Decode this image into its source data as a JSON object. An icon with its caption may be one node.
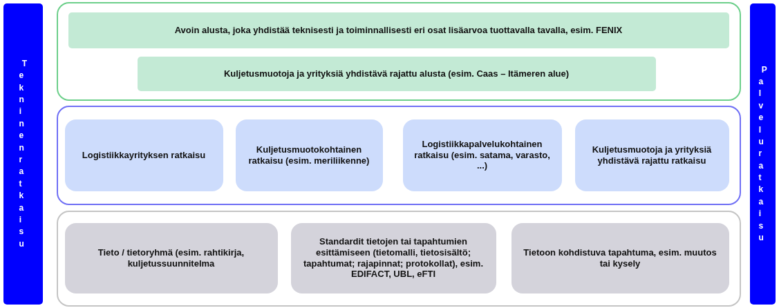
{
  "diagram": {
    "nodes": [
      {
        "text": [
          "Tekninen ratkaisu"
        ]
      },
      {
        "text": [],
        "shape": "box"
      },
      {
        "text": [
          "Avoin alusta, joka yhdistää teknisesti ja toiminnallisesti eri osat lisäarvoa tuottavalla tavalla, esim. FENIX"
        ],
        "in": 1
      },
      {
        "text": [
          "Kuljetusmuotoja ja yrityksiä yhdistävä rajattu alusta (esim. Caas – Itämeren alue)"
        ],
        "in": 1
      },
      {
        "text": [],
        "shape": "box"
      },
      {
        "text": [
          "Logistiikkayrityksen ratkaisu"
        ],
        "in": 4
      },
      {
        "text": [
          "Kuljetusmuotokohtainen ratkaisu (esim. meriliikenne)"
        ],
        "in": 4
      },
      {
        "text": [
          "Logistiikkapalvelukohtainen ratkaisu (esim. satama, varasto, ...)"
        ],
        "in": 4
      },
      {
        "text": [
          "Kuljetusmuotoja ja yrityksiä yhdistävä rajattu ratkaisu"
        ],
        "in": 4
      },
      {
        "text": [],
        "shape": "box"
      },
      {
        "text": [
          "Tieto / tietoryhmä (esim. rahtikirja, kuljetussuunnitelma"
        ],
        "in": 9
      },
      {
        "text": [
          "Standardit tietojen tai tapahtumien esittämiseen (tietomalli, tietosisältö; tapahtumat; rajapinnat; protokollat), esim. EDIFACT, UBL, eFTI"
        ],
        "in": 9
      },
      {
        "text": [
          "Tietoon kohdistuva tapahtuma, esim. muutos tai kysely"
        ],
        "in": 9
      },
      {
        "text": [
          "Palveluratkaisu"
        ]
      }
    ]
  }
}
